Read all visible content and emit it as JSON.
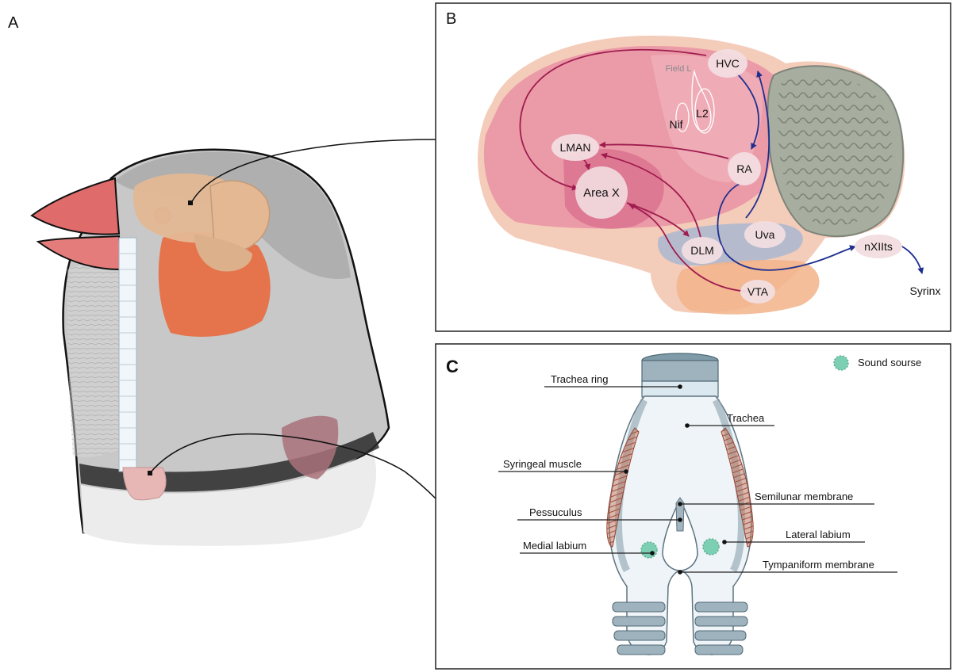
{
  "panels": {
    "a": "A",
    "b": "B",
    "c": "C"
  },
  "brain": {
    "hvc": "HVC",
    "field_l": "Field L",
    "nif": "Nif",
    "l2": "L2",
    "lman": "LMAN",
    "ra": "RA",
    "area_x": "Area X",
    "uva": "Uva",
    "dlm": "DLM",
    "vta": "VTA",
    "nxiits": "nXIIts",
    "syrinx": "Syrinx"
  },
  "syrinx": {
    "legend": "Sound sourse",
    "trachea_ring": "Trachea ring",
    "trachea": "Trachea",
    "syringeal_muscle": "Syringeal muscle",
    "semilunar_membrane": "Semilunar membrane",
    "pessuculus": "Pessuculus",
    "lateral_labium": "Lateral labium",
    "medial_labium": "Medial labium",
    "tympaniform_membrane": "Tympaniform membrane"
  },
  "colors": {
    "motor_pathway": "#1f2f8f",
    "afp_pathway": "#a01c4f",
    "sound_source": "#7ccfb3"
  }
}
